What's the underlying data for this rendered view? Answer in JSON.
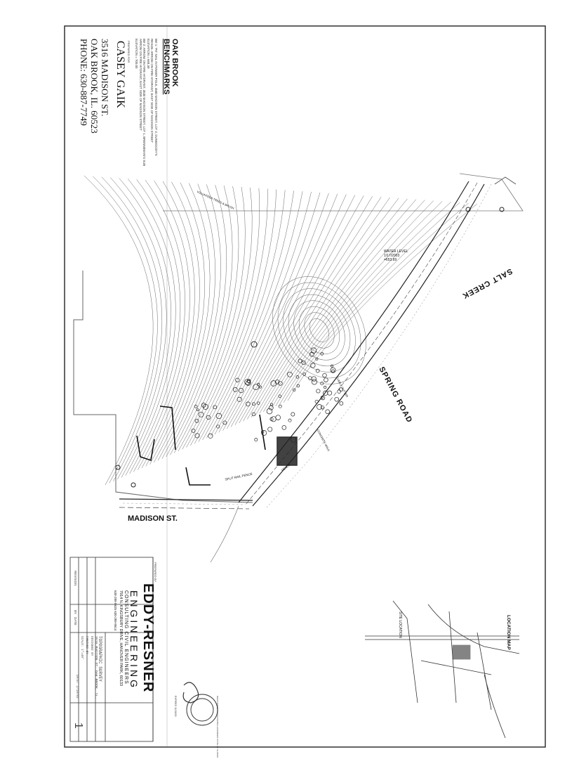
{
  "benchmarks": {
    "title_1": "OAK BROOK",
    "title_2": "BENCHMARKS",
    "line_1": "BM 1: 'PK' NAIL IN POWER POLE, 3500 MADISON STREET, LOT 2, DUNWOODY'S",
    "line_2": "RESUB. ARROW ON FIRE HYDRANT, EAST SIDE OF MADISON STREET",
    "line_3": "ELEVATION = 668.39",
    "line_4": "BM 2: ARROW ON FIRE HYDRANT, 3530 MADISON STREET, LOT 1, BRENNEMAN'S SUB",
    "line_5": "ARROW ON FIRE HYDRANT, EAST SIDE OF MADISON STREET",
    "line_6": "ELEVATION = 700.00"
  },
  "client": {
    "prepared_for": "PREPARED FOR",
    "name": "CASEY GAIK",
    "street": "3516 MADISON ST.",
    "city": "OAK BROOK, IL. 60523",
    "phone": "PHONE: 630-887-7749"
  },
  "map_labels": {
    "salt_creek": "SALT CREEK",
    "spring_road": "SPRING ROAD",
    "madison_st": "MADISON ST.",
    "water_level": "WATER LEVEL",
    "water_level_date": "1/17/2003",
    "water_level_elev": "=653.69",
    "split_rail_fence": "SPLIT RAIL FENCE",
    "fence": "FENCE",
    "curb_gutter": "CURB & GUTTER",
    "concrete_walk": "CONCRETE WALK",
    "volunteer_trees": "VOLUNTEER TREES & BRUSH"
  },
  "location_map": {
    "title": "LOCATION MAP",
    "site_location": "SITE LOCATION"
  },
  "title_block": {
    "firm": "EDDY-RESNER",
    "firm_sub": "ENGINEERING",
    "firm_desc": "CONSULTING CIVIL ENGINEERS",
    "address": "7914 N. KINGSBURY DRIVE, HANOVER PARK, 60133",
    "phones": "630-289-8625   630-289-8614",
    "prepared_by": "PREPARED BY",
    "drawing_title": "TOPOGRAPHIC SURVEY",
    "drawing_sub_1": "3516 MADISON ST. OAK BROOK, IL.",
    "revision": "REVISION",
    "by": "BY",
    "date_label": "DATE",
    "designed": "DESIGNED BY",
    "checked": "CHECKED BY",
    "scale": "SCALE: 1\"=40'",
    "date": "DATE: 2/10/03",
    "sheet": "1",
    "seal": "REGISTERED PROFESSIONAL ENGINEER STATE OF ILLINOIS",
    "expires": "EXPIRES 11/30/03"
  },
  "colors": {
    "ink": "#111111",
    "paper": "#ffffff",
    "faint": "#555555"
  }
}
